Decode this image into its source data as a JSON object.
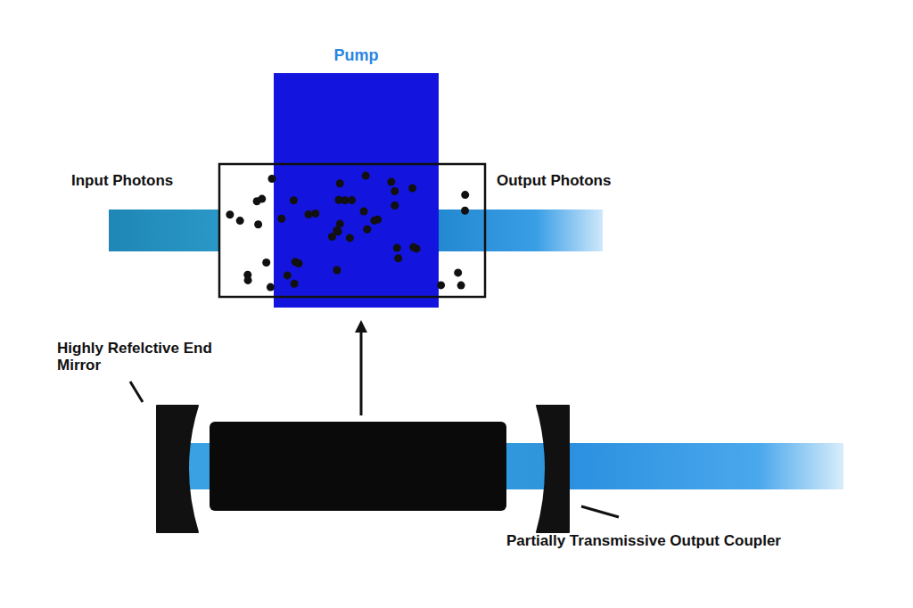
{
  "diagram": {
    "nodes": [
      {
        "text": [
          "Pump"
        ]
      }
    ],
    "labels": [
      "Input Photons",
      "Output Photons",
      "Highly Refelctive End Mirror",
      "Partially Transmissive Output Coupler"
    ]
  }
}
